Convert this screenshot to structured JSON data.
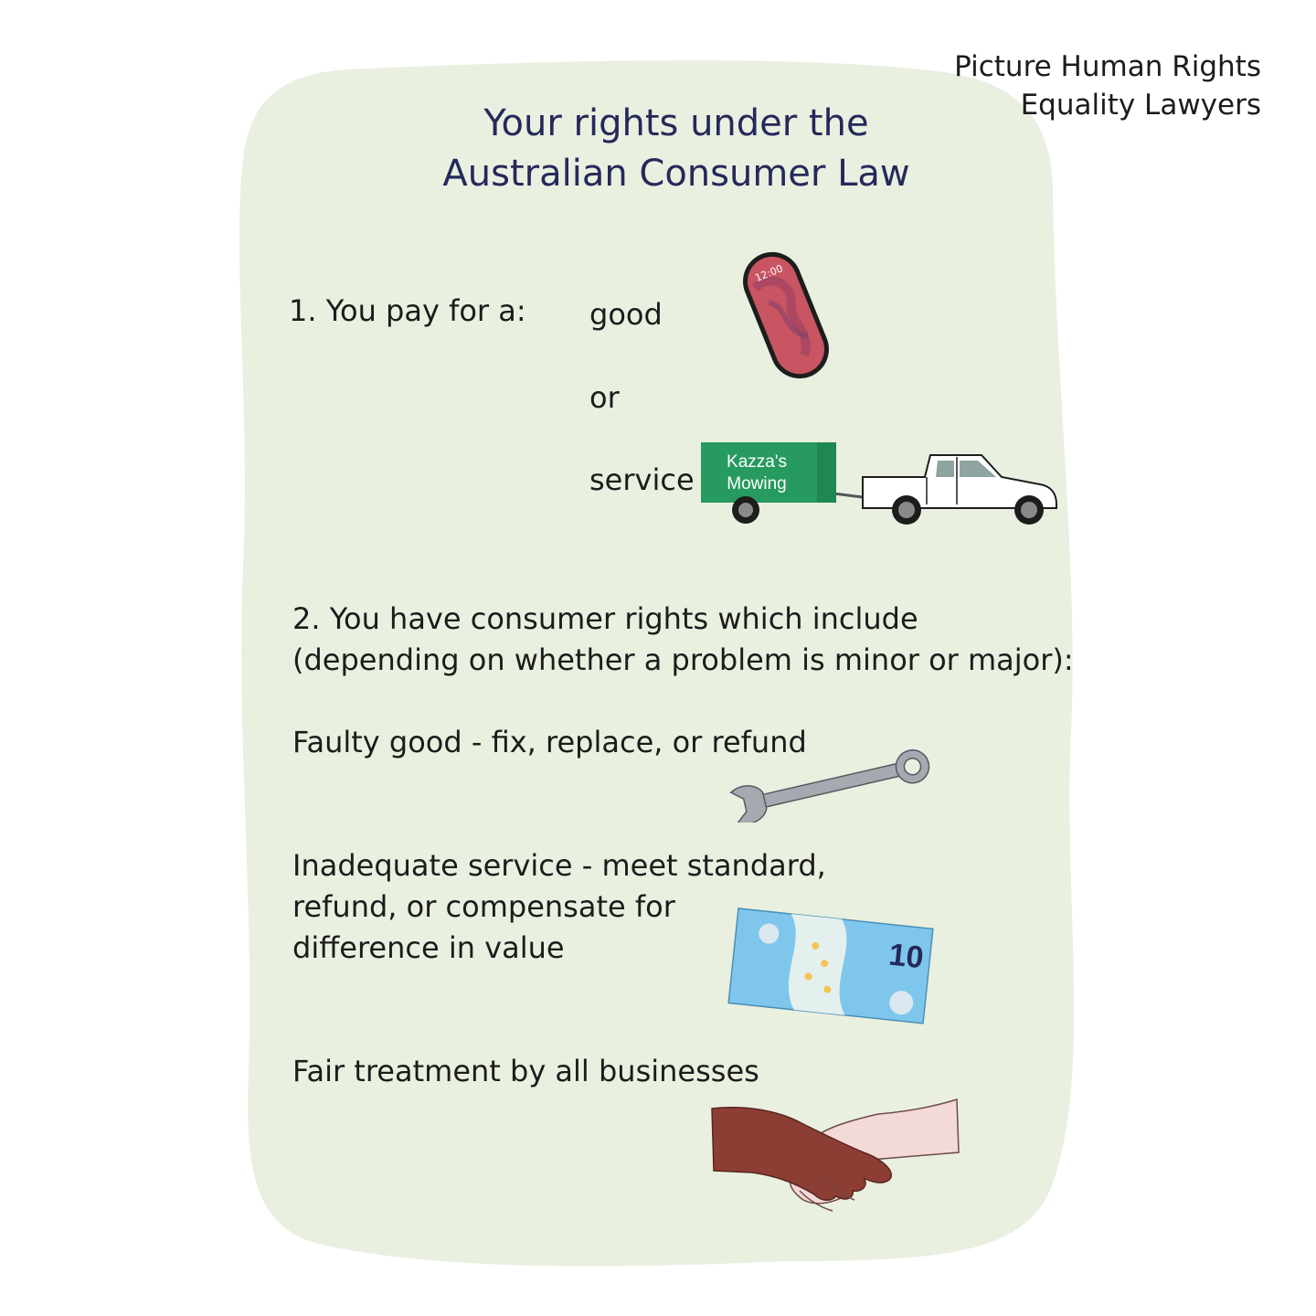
{
  "brand": {
    "line1": "Picture Human Rights",
    "line2": "Equality Lawyers"
  },
  "title": {
    "line1": "Your rights under the",
    "line2": "Australian Consumer Law"
  },
  "section1": {
    "heading": "1. You pay for a:",
    "option_good": "good",
    "option_or": "or",
    "option_service": "service",
    "watch_time": "12:00",
    "trailer_text_line1": "Kazza's",
    "trailer_text_line2": "Mowing"
  },
  "section2": {
    "heading_line1": "2. You have consumer rights which include",
    "heading_line2": "(depending on whether a problem is minor or major):",
    "right_faulty": "Faulty good - fix, replace, or refund",
    "right_inadequate_line1": "Inadequate service - meet standard,",
    "right_inadequate_line2": "refund, or compensate for",
    "right_inadequate_line3": "difference in value",
    "note_value": "10",
    "right_fair": "Fair treatment by all businesses"
  },
  "colors": {
    "panel": "#e9f0e0",
    "title": "#25295a",
    "trailer": "#279a5f",
    "note": "#7fc6ec",
    "wrench": "#a4aaaf",
    "hand_dark": "#8c3e34",
    "hand_light": "#f4d9d9"
  },
  "icons": [
    "smartwatch-icon",
    "trailer-icon",
    "ute-icon",
    "wrench-icon",
    "banknote-icon",
    "handshake-icon"
  ]
}
